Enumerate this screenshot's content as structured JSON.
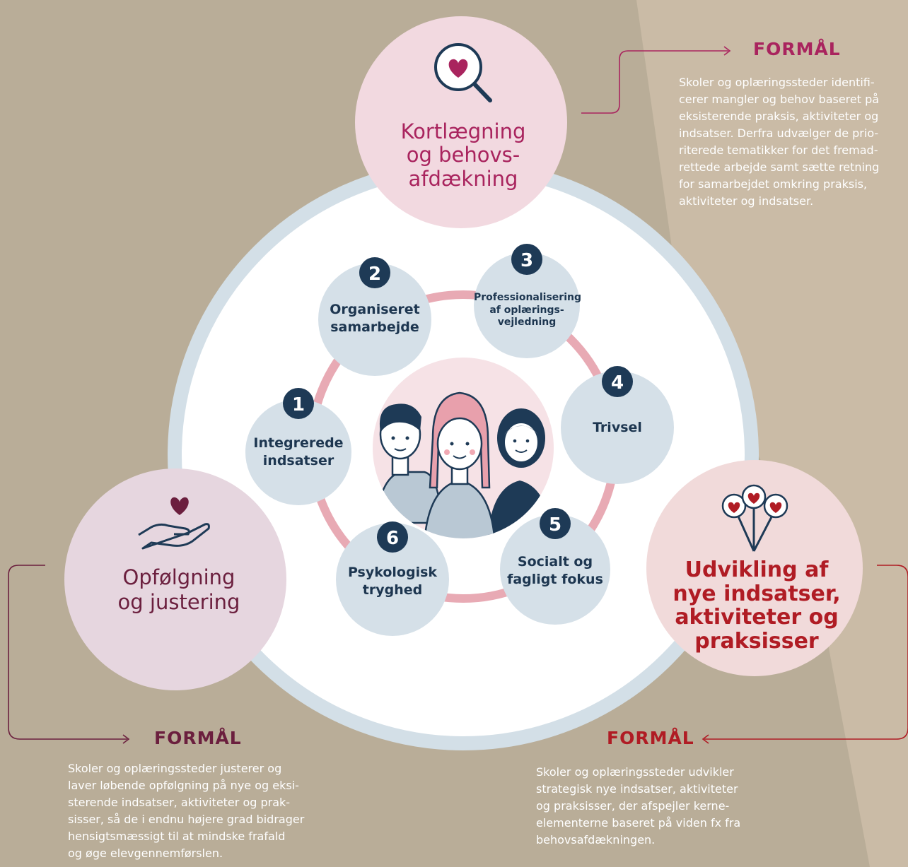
{
  "colors": {
    "background": "#b9ad98",
    "background_light": "#cabba6",
    "top_circle": "#f2d9e0",
    "left_circle": "#e6d6df",
    "right_circle": "#f1dada",
    "node_fill": "#d5e0e8",
    "node_badge": "#1e3a56",
    "ring": "#e8aab4",
    "big_circle_border": "#d3dfe7",
    "accent_magenta": "#a9245e",
    "accent_plum": "#6b1f3e",
    "accent_red": "#b01c24",
    "text": "#ffffff"
  },
  "phases": {
    "top": {
      "title": "Kortlægning\nog behovs-\nafdækning",
      "icon": "magnifier-heart-icon"
    },
    "left": {
      "title": "Opfølgning\nog justering",
      "icon": "hand-heart-icon"
    },
    "right": {
      "title": "Udvikling af\nnye indsatser,\naktiviteter og\npraksisser",
      "icon": "heart-flowers-icon"
    }
  },
  "nodes": [
    {
      "number": "1",
      "label": "Integrerede\nindsatser"
    },
    {
      "number": "2",
      "label": "Organiseret\nsamarbejde"
    },
    {
      "number": "3",
      "label": "Professionalisering\naf oplærings-\nvejledning"
    },
    {
      "number": "4",
      "label": "Trivsel"
    },
    {
      "number": "5",
      "label": "Socialt og\nfagligt fokus"
    },
    {
      "number": "6",
      "label": "Psykologisk\ntryghed"
    }
  ],
  "center": {
    "icon": "students-illustration-icon"
  },
  "formal": {
    "top": {
      "heading": "FORMÅL",
      "text": "Skoler og oplæringssteder identifi-\ncerer mangler og behov baseret på\neksisterende praksis, aktiviteter og\nindsatser. Derfra udvælger de prio-\nriterede tematikker for det fremad-\nrettede arbejde samt sætte retning\nfor samarbejdet omkring praksis,\naktiviteter og indsatser."
    },
    "left": {
      "heading": "FORMÅL",
      "text": "Skoler og oplæringssteder justerer og\nlaver løbende opfølgning på nye og eksi-\nsterende indsatser, aktiviteter og prak-\nsisser, så de i endnu højere grad bidrager\nhensigtsmæssigt til at mindske frafald\nog øge elevgennemførslen."
    },
    "right": {
      "heading": "FORMÅL",
      "text": "Skoler og oplæringssteder udvikler\nstrategisk nye indsatser, aktiviteter\nog praksisser, der afspejler kerne-\nelementerne baseret på viden fx fra\nbehovsafdækningen."
    }
  }
}
